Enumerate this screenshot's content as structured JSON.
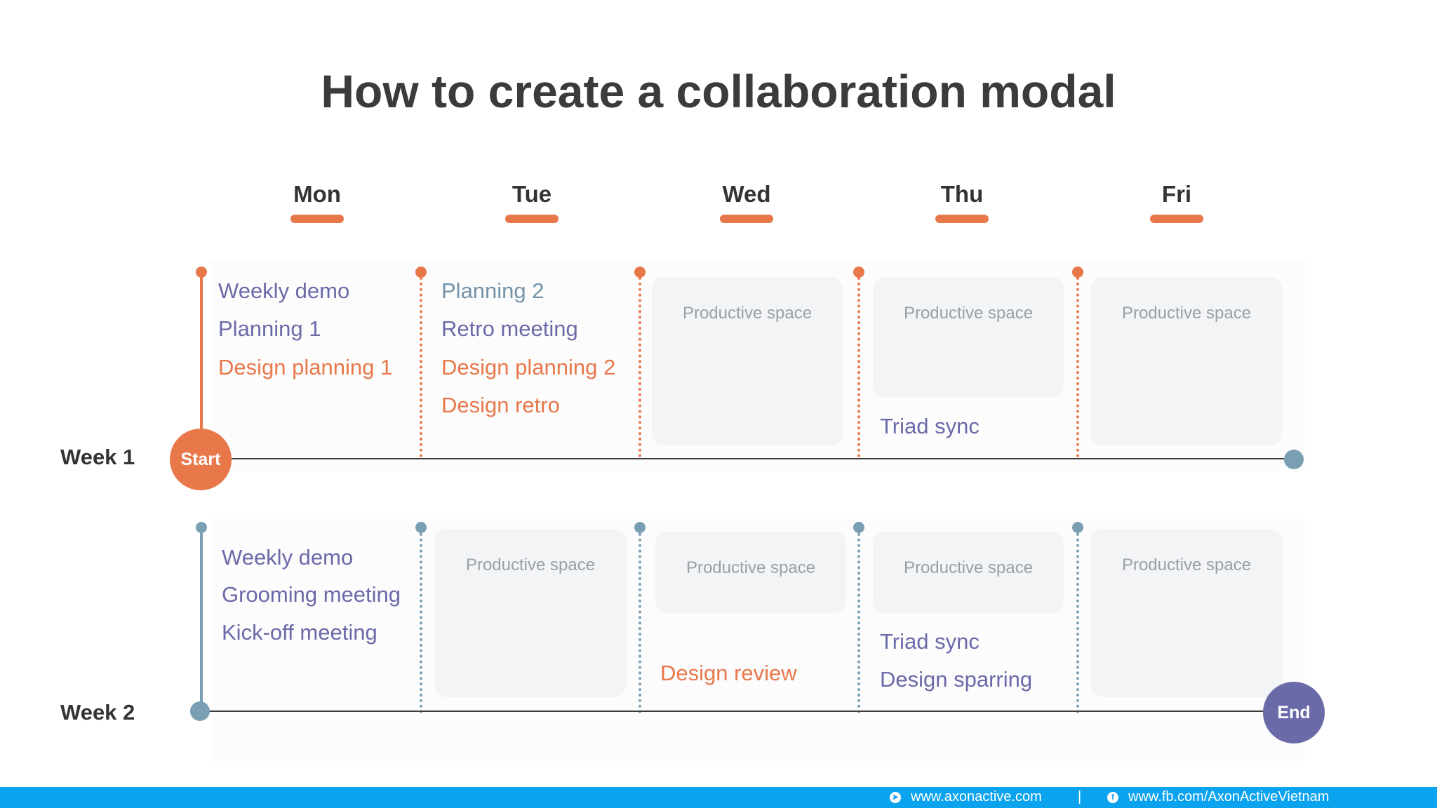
{
  "title": "How to create a collaboration modal",
  "days": [
    "Mon",
    "Tue",
    "Wed",
    "Thu",
    "Fri"
  ],
  "colors": {
    "accent": "#e8784a",
    "slate": "#7a9fb3",
    "purple": "#6b6aa8",
    "footer": "#0ba2ee"
  },
  "weeks": [
    {
      "label": "Week 1",
      "start_label": "Start",
      "mon": [
        "Weekly demo",
        "Planning 1",
        "Design planning 1"
      ],
      "tue": [
        "Planning 2",
        "Retro meeting",
        "Design planning 2",
        "Design retro"
      ],
      "wed_box": "Productive space",
      "thu_box": "Productive space",
      "thu_events": [
        "Triad sync"
      ],
      "fri_box": "Productive space"
    },
    {
      "label": "Week 2",
      "end_label": "End",
      "mon": [
        "Weekly demo",
        "Grooming meeting",
        "Kick-off meeting"
      ],
      "tue_box": "Productive space",
      "wed_box": "Productive space",
      "wed_events": [
        "Design review"
      ],
      "thu_box": "Productive space",
      "thu_events": [
        "Triad sync",
        "Design sparring"
      ],
      "fri_box": "Productive space"
    }
  ],
  "footer": {
    "website": "www.axonactive.com",
    "separator": "|",
    "facebook": "www.fb.com/AxonActiveVietnam"
  }
}
